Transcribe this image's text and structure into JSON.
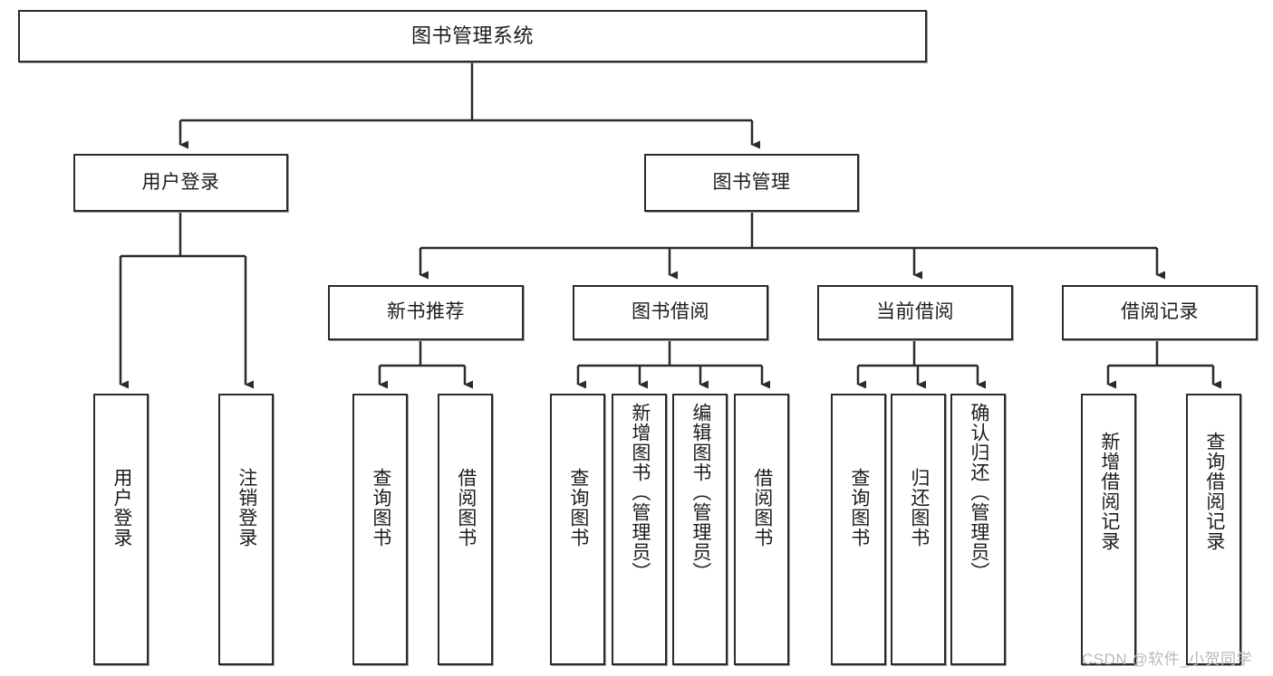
{
  "diagram": {
    "title": "图书管理系统",
    "type": "tree-structure-chart",
    "colors": {
      "node_border": "#2b2b2b",
      "node_fill": "#ffffff",
      "edge": "#2b2b2b",
      "text": "#1d1d1d",
      "watermark": "#b9b9b9",
      "background": "#ffffff"
    },
    "root": {
      "label": "图书管理系统"
    },
    "level2": [
      {
        "label": "用户登录"
      },
      {
        "label": "图书管理"
      }
    ],
    "level3": [
      {
        "label": "新书推荐"
      },
      {
        "label": "图书借阅"
      },
      {
        "label": "当前借阅"
      },
      {
        "label": "借阅记录"
      }
    ],
    "leaves": {
      "user_login": [
        {
          "label": "用户登录"
        },
        {
          "label": "注销登录"
        }
      ],
      "new_book_recommend": [
        {
          "label": "查询图书"
        },
        {
          "label": "借阅图书"
        }
      ],
      "book_borrow": [
        {
          "label": "查询图书"
        },
        {
          "label": "新增图书（管理员）"
        },
        {
          "label": "编辑图书（管理员）"
        },
        {
          "label": "借阅图书"
        }
      ],
      "current_borrow": [
        {
          "label": "查询图书"
        },
        {
          "label": "归还图书"
        },
        {
          "label": "确认归还（管理员）"
        }
      ],
      "borrow_record": [
        {
          "label": "新增借阅记录"
        },
        {
          "label": "查询借阅记录"
        }
      ]
    },
    "watermark": "CSDN @软件_小贺同学"
  }
}
